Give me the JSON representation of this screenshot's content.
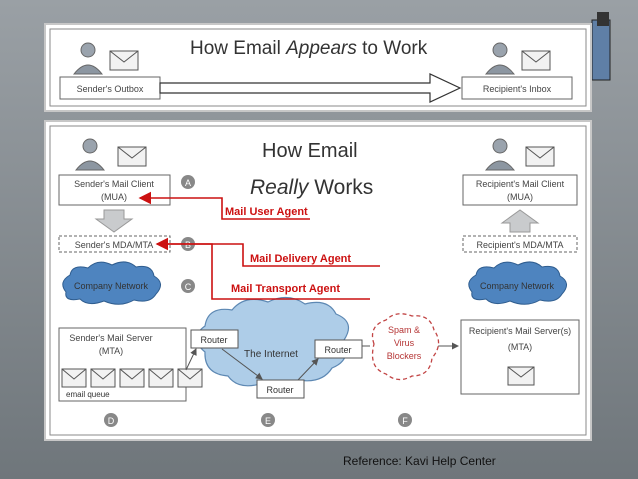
{
  "top": {
    "title_pre": "How Email ",
    "title_em": "Appears",
    "title_post": " to Work",
    "sender": "Sender's Outbox",
    "recipient": "Recipient's Inbox"
  },
  "main": {
    "title_line1": "How Email",
    "title_line2_em": "Really",
    "title_line2": " Works",
    "sender_client": [
      "Sender's Mail Client",
      "(MUA)"
    ],
    "sender_mda": "Sender's MDA/MTA",
    "sender_network": "Company Network",
    "sender_server": [
      "Sender's Mail Server",
      "(MTA)"
    ],
    "email_queue": "email queue",
    "recipient_client": [
      "Recipient's Mail Client",
      "(MUA)"
    ],
    "recipient_mda": "Recipient's MDA/MTA",
    "recipient_network": "Company Network",
    "recipient_server": [
      "Recipient's Mail Server(s)",
      "(MTA)"
    ],
    "internet": "The Internet",
    "router": "Router",
    "spam": [
      "Spam &",
      "Virus",
      "Blockers"
    ],
    "letters": [
      "A",
      "B",
      "C",
      "D",
      "E",
      "F"
    ]
  },
  "annotations": {
    "mua": "Mail User Agent",
    "mda": "Mail Delivery Agent",
    "mta": "Mail Transport Agent",
    "color": "#cc1111"
  },
  "reference": "Reference: Kavi Help Center"
}
